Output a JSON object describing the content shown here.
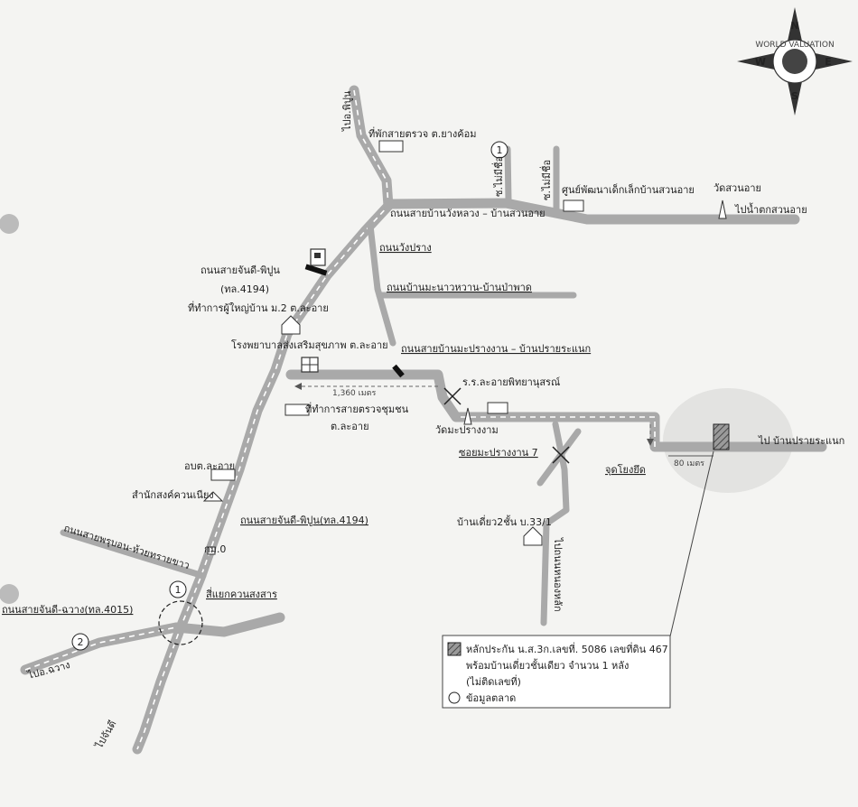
{
  "compass": {
    "north": "N",
    "south": "S",
    "east": "E",
    "west": "W",
    "brand": "WORLD VALUATION"
  },
  "labels": {
    "to_wiang_papao_top": "ไปอ.พิปูน",
    "checkpoint_yangkhom": "ที่พักสายตรวจ ต.ยางค้อม",
    "soi_no_name_1": "ซ.ไม่มีชื่อ",
    "soi_no_name_2": "ซ.ไม่มีชื่อ",
    "child_center": "ศูนย์พัฒนาเด็กเล็กบ้านสวนอาย",
    "wat_suan_ai": "วัดสวนอาย",
    "road_wanglaung": "ถนนสายบ้านวังหลวง – บ้านสวนอาย",
    "to_waterfall": "ไปน้ำตกสวนอาย",
    "road_wangprang": "ถนนวังปราง",
    "road_chandi_pipoon_top": "ถนนสายจันดี-พิปูน",
    "route_4194_top": "(ทล.4194)",
    "road_manao_pa": "ถนนบ้านมะนาวหวาน-บ้านป่าพาด",
    "village_head_office": "ที่ทำการผู้ใหญ่บ้าน ม.2 ต.ละอาย",
    "hospital": "โรงพยาบาลส่งเสริมสุขภาพ ต.ละอาย",
    "road_mapraang": "ถนนสายบ้านมะปรางงาน – บ้านปรายระแนก",
    "distance_1360": "1,360 เมตร",
    "school": "ร.ร.ละอายพิทยานุสรณ์",
    "community_police_1": "ที่ทำการสายตรวจชุมชน",
    "community_police_2": "ต.ละอาย",
    "wat_mapraang": "วัดมะปรางงาม",
    "soi_mapraang_7": "ซอยมะปรางงาน 7",
    "reference_point": "จุดโยงยึด",
    "distance_80": "80 เมตร",
    "to_prai_ranaek": "ไป บ้านปรายระแนก",
    "aobt": "อบต.ละอาย",
    "priest_office": "สำนักสงค์ควนเนียง",
    "road_chandi_pipoon_bottom": "ถนนสายจันดี-พิปูน(ทล.4194)",
    "house_2_storey": "บ้านเดี่ยว2ชั้น บ.33/1",
    "road_phrubon": "ถนนสายพรุบอน-ห้วยทรายขาว",
    "km_0": "กม.0",
    "intersection": "สี่แยกควนสงสาร",
    "to_nonghlak": "ไปถนนหนองหลัก",
    "road_chandi_chawang": "ถนนสายจันดี-ฉวาง(ทล.4015)",
    "to_chawang": "ไปอ.ฉวาง",
    "to_chandi": "ไปจันดี",
    "marker_1": "1",
    "marker_1b": "1",
    "marker_2": "2"
  },
  "legend": {
    "collateral_line1": "หลักประกัน น.ส.3ก.เลขที่. 5086 เลขที่ดิน 467",
    "collateral_line2": "พร้อมบ้านเดี่ยวชั้นเดียว จำนวน 1 หลัง",
    "collateral_line3": "(ไม่ติดเลขที่)",
    "market_data": "ข้อมูลตลาด"
  },
  "colors": {
    "road": "#a9a9a9",
    "subject_fill": "#8a8a8a",
    "ink": "#222222"
  }
}
